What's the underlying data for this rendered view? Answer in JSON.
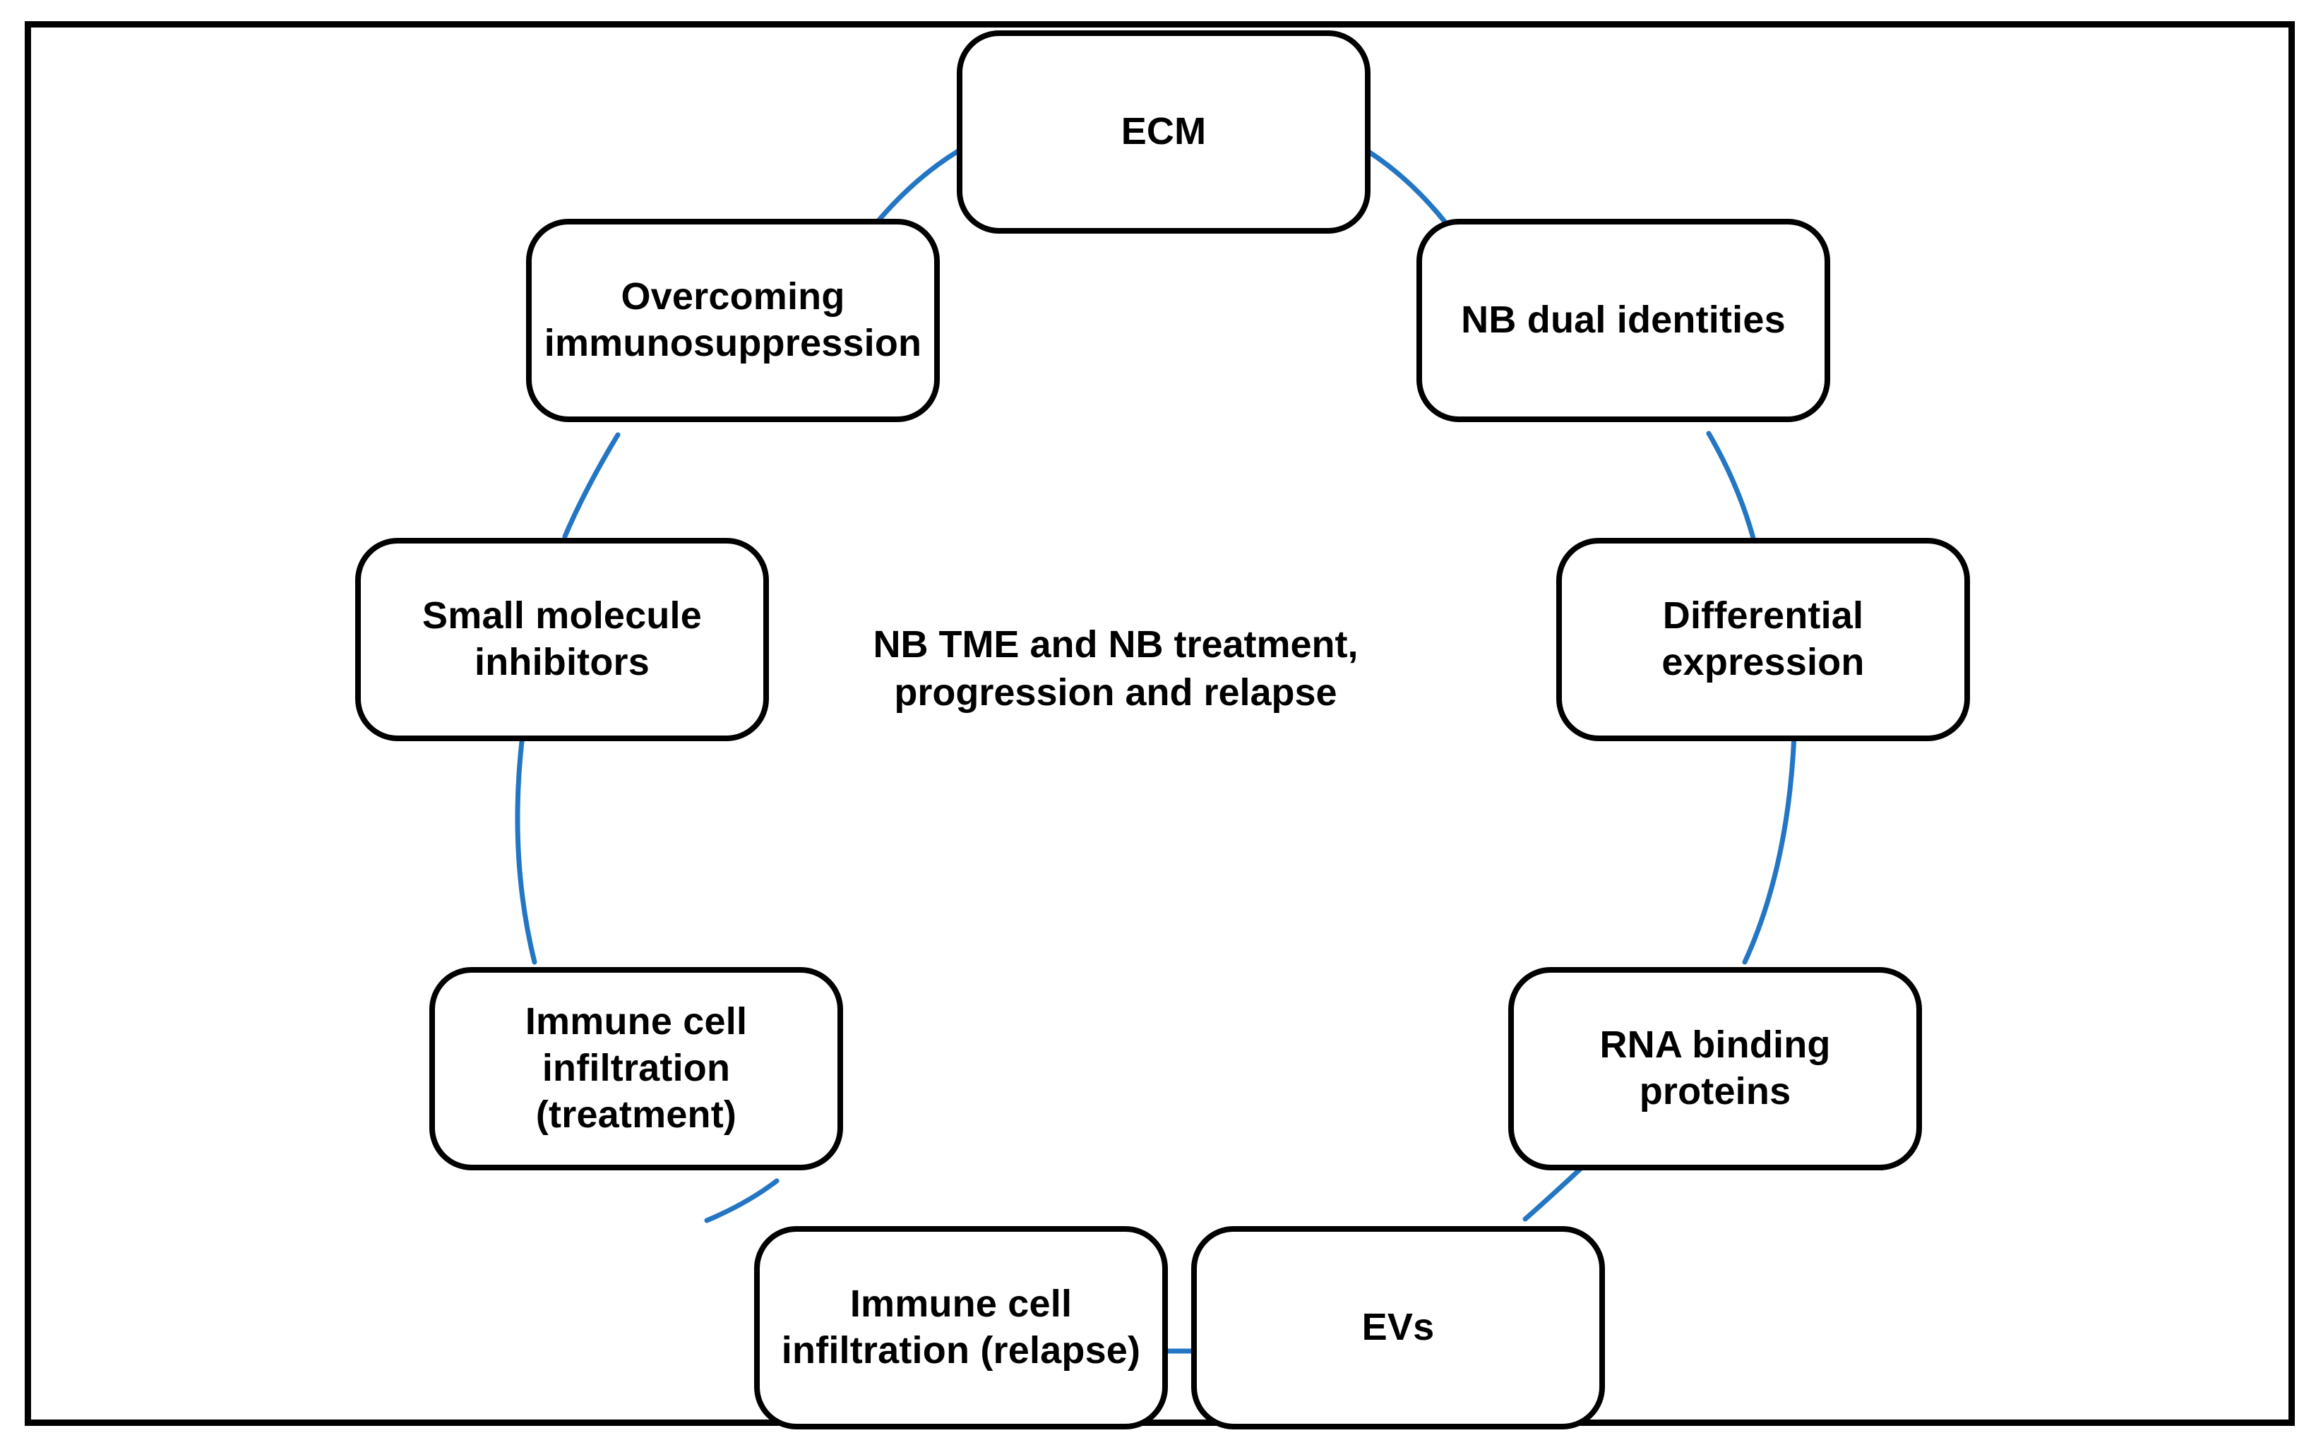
{
  "diagram": {
    "type": "cycle",
    "frame_color": "#000000",
    "node_border_color": "#000000",
    "node_fill_color": "#ffffff",
    "connector_color": "#2376C4",
    "center_caption": "NB TME and NB treatment,\nprogression and relapse",
    "nodes": [
      {
        "id": "ecm",
        "label": "ECM"
      },
      {
        "id": "nb-dual-identities",
        "label": "NB dual identities"
      },
      {
        "id": "differential-expression",
        "label": "Differential\nexpression"
      },
      {
        "id": "rna-binding-proteins",
        "label": "RNA binding\nproteins"
      },
      {
        "id": "evs",
        "label": "EVs"
      },
      {
        "id": "immune-infiltration-relapse",
        "label": "Immune cell\ninfiltration (relapse)"
      },
      {
        "id": "immune-infiltration-treatment",
        "label": "Immune cell\ninfiltration\n(treatment)"
      },
      {
        "id": "small-molecule-inhibitors",
        "label": "Small molecule\ninhibitors"
      },
      {
        "id": "overcoming-immunosuppression",
        "label": "Overcoming\nimmunosuppression"
      }
    ]
  }
}
